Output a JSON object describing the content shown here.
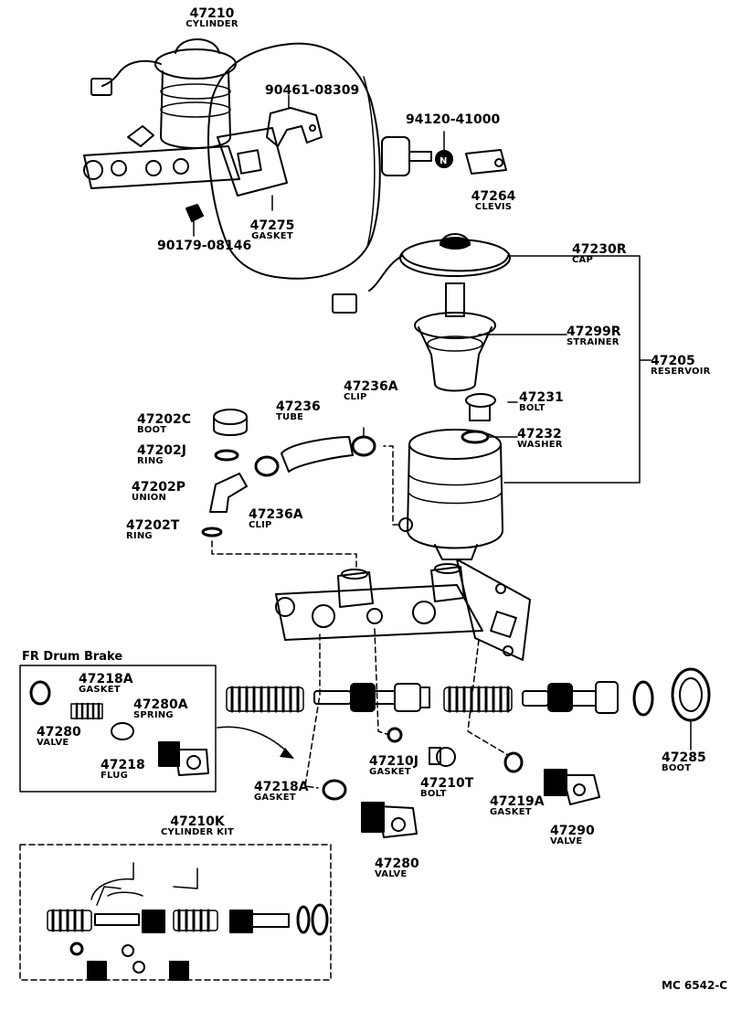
{
  "parts": {
    "p47210": {
      "number": "47210",
      "name": "CYLINDER"
    },
    "p90461": {
      "number": "90461-08309"
    },
    "p94120": {
      "number": "94120-41000"
    },
    "p47264": {
      "number": "47264",
      "name": "CLEVIS"
    },
    "p47275": {
      "number": "47275",
      "name": "GASKET"
    },
    "p90179": {
      "number": "90179-08146"
    },
    "p47230R": {
      "number": "47230R",
      "name": "CAP"
    },
    "p47299R": {
      "number": "47299R",
      "name": "STRAINER"
    },
    "p47205": {
      "number": "47205",
      "name": "RESERVOIR"
    },
    "p47231": {
      "number": "47231",
      "name": "BOLT"
    },
    "p47232": {
      "number": "47232",
      "name": "WASHER"
    },
    "p47236A_top": {
      "number": "47236A",
      "name": "CLIP"
    },
    "p47236": {
      "number": "47236",
      "name": "TUBE"
    },
    "p47202C": {
      "number": "47202C",
      "name": "BOOT"
    },
    "p47202J": {
      "number": "47202J",
      "name": "RING"
    },
    "p47202P": {
      "number": "47202P",
      "name": "UNION"
    },
    "p47236A_low": {
      "number": "47236A",
      "name": "CLIP"
    },
    "p47202T": {
      "number": "47202T",
      "name": "RING"
    },
    "box_drum": {
      "title": "FR  Drum  Brake",
      "p47218A": {
        "number": "47218A",
        "name": "GASKET"
      },
      "p47280A": {
        "number": "47280A",
        "name": "SPRING"
      },
      "p47280": {
        "number": "47280",
        "name": "VALVE"
      },
      "p47218": {
        "number": "47218",
        "name": "FLUG"
      }
    },
    "p47210J": {
      "number": "47210J",
      "name": "GASKET"
    },
    "p47210T": {
      "number": "47210T",
      "name": "BOLT"
    },
    "p47219A": {
      "number": "47219A",
      "name": "GASKET"
    },
    "p47218A_main": {
      "number": "47218A",
      "name": "GASKET"
    },
    "p47290": {
      "number": "47290",
      "name": "VALVE"
    },
    "p47285": {
      "number": "47285",
      "name": "BOOT"
    },
    "p47280_main": {
      "number": "47280",
      "name": "VALVE"
    },
    "p47210K": {
      "number": "47210K",
      "name": "CYLINDER KIT"
    }
  },
  "footer": {
    "code": "MC  6542-C"
  }
}
